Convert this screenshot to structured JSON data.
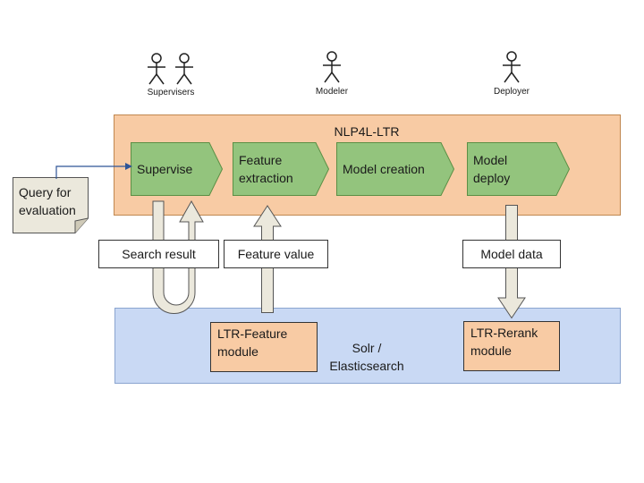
{
  "actors": {
    "supervisers": "Supervisers",
    "modeler": "Modeler",
    "deployer": "Deployer"
  },
  "ltr_panel": {
    "title": "NLP4L-LTR",
    "steps": [
      "Supervise",
      "Feature\nextraction",
      "Model creation",
      "Model\ndeploy"
    ]
  },
  "query_doc": "Query for\nevaluation",
  "flows": {
    "search_result": "Search result",
    "feature_value": "Feature value",
    "model_data": "Model data"
  },
  "search_panel": {
    "title": "Solr /\nElasticsearch",
    "feature_module": "LTR-Feature\nmodule",
    "rerank_module": "LTR-Rerank\nmodule"
  },
  "colors": {
    "panel_orange": "#f8cba4",
    "step_green": "#93c47d",
    "panel_blue": "#c9d9f4",
    "arrow_fill": "#ebe8dc",
    "connector": "#2f5597"
  }
}
